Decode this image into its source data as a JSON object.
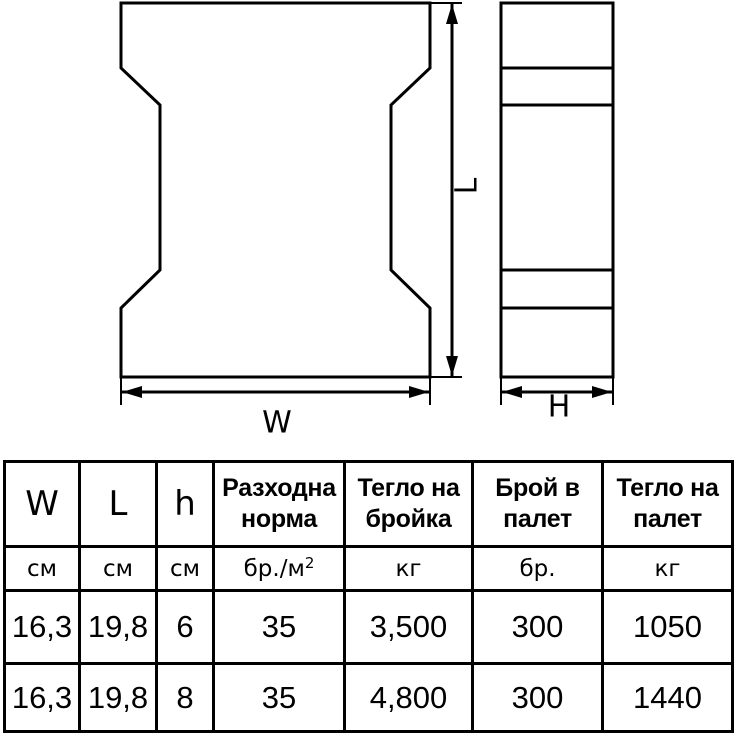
{
  "drawing": {
    "width_label": "W",
    "length_label": "L",
    "height_label": "H"
  },
  "table": {
    "headers": [
      {
        "label": "W",
        "unit": "см"
      },
      {
        "label": "L",
        "unit": "см"
      },
      {
        "label": "h",
        "unit": "см"
      },
      {
        "label": "Разходна\nнорма",
        "unit": "бр./м",
        "unit_sup": "2"
      },
      {
        "label": "Тегло на\nбройка",
        "unit": "кг"
      },
      {
        "label": "Брой в\nпалет",
        "unit": "бр."
      },
      {
        "label": "Тегло на\nпалет",
        "unit": "кг"
      }
    ],
    "rows": [
      [
        "16,3",
        "19,8",
        "6",
        "35",
        "3,500",
        "300",
        "1050"
      ],
      [
        "16,3",
        "19,8",
        "8",
        "35",
        "4,800",
        "300",
        "1440"
      ]
    ]
  }
}
